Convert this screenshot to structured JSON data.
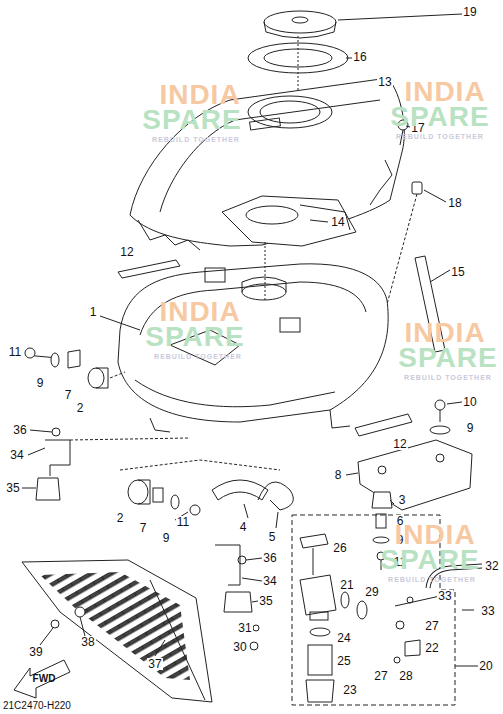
{
  "diagram": {
    "labels": [
      "19",
      "16",
      "13",
      "17",
      "18",
      "14",
      "15",
      "12",
      "1",
      "11",
      "9",
      "7",
      "2",
      "10",
      "9",
      "12",
      "8",
      "36",
      "34",
      "35",
      "2",
      "7",
      "9",
      "11",
      "4",
      "5",
      "3",
      "6",
      "9",
      "11",
      "26",
      "36",
      "34",
      "32",
      "21",
      "29",
      "33",
      "33",
      "27",
      "35",
      "31",
      "24",
      "22",
      "30",
      "25",
      "27",
      "28",
      "20",
      "23",
      "37",
      "38",
      "39",
      "FWD",
      "21C2470-H220",
      "INDIA",
      "SPARE",
      "REBUILD TOGETHER",
      "INDIA",
      "SPARE",
      "REBUILD TOGETHER",
      "INDIA",
      "SPARE",
      "REBUILD TOGETHER",
      "INDIA",
      "SPARE",
      "REBUILD TOGETHER",
      "INDIA",
      "SPARE",
      "REBUILD TOGETHER"
    ]
  }
}
